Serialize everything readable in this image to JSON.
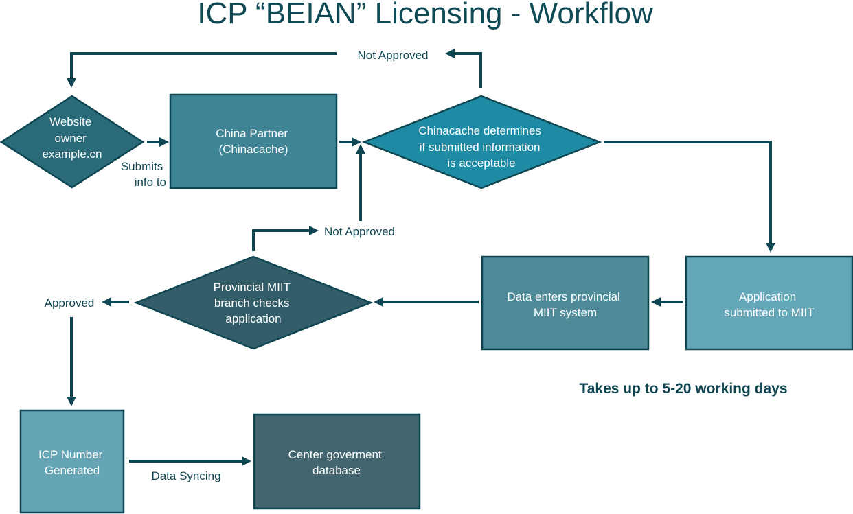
{
  "title": "ICP “BEIAN” Licensing - Workflow",
  "nodes": {
    "website_owner": {
      "lines": [
        "Website",
        "owner",
        "example.cn"
      ],
      "color": "#2b6a79"
    },
    "china_partner": {
      "lines": [
        "China Partner",
        "(Chinacache)"
      ],
      "color": "#3f8596"
    },
    "chinacache_decision": {
      "lines": [
        "Chinacache determines",
        "if submitted information",
        "is acceptable"
      ],
      "color": "#1f8aa3"
    },
    "application_submitted": {
      "lines": [
        "Application",
        "submitted to MIIT"
      ],
      "color": "#63a7b8"
    },
    "data_enters": {
      "lines": [
        "Data enters provincial",
        "MIIT system"
      ],
      "color": "#4f8a98"
    },
    "miit_check": {
      "lines": [
        "Provincial MIIT",
        "branch checks",
        "application"
      ],
      "color": "#335d68"
    },
    "icp_generated": {
      "lines": [
        "ICP Number",
        "Generated"
      ],
      "color": "#66a5b5"
    },
    "central_db": {
      "lines": [
        "Center goverment",
        "database"
      ],
      "color": "#42656f"
    }
  },
  "edge_labels": {
    "submits": [
      "Submits",
      "info to"
    ],
    "not_approved_top": "Not Approved",
    "not_approved_mid": "Not Approved",
    "approved": "Approved",
    "data_syncing": "Data Syncing"
  },
  "note": "Takes up to 5-20 working days",
  "colors": {
    "line": "#0e4651",
    "title": "#0f4a55"
  }
}
